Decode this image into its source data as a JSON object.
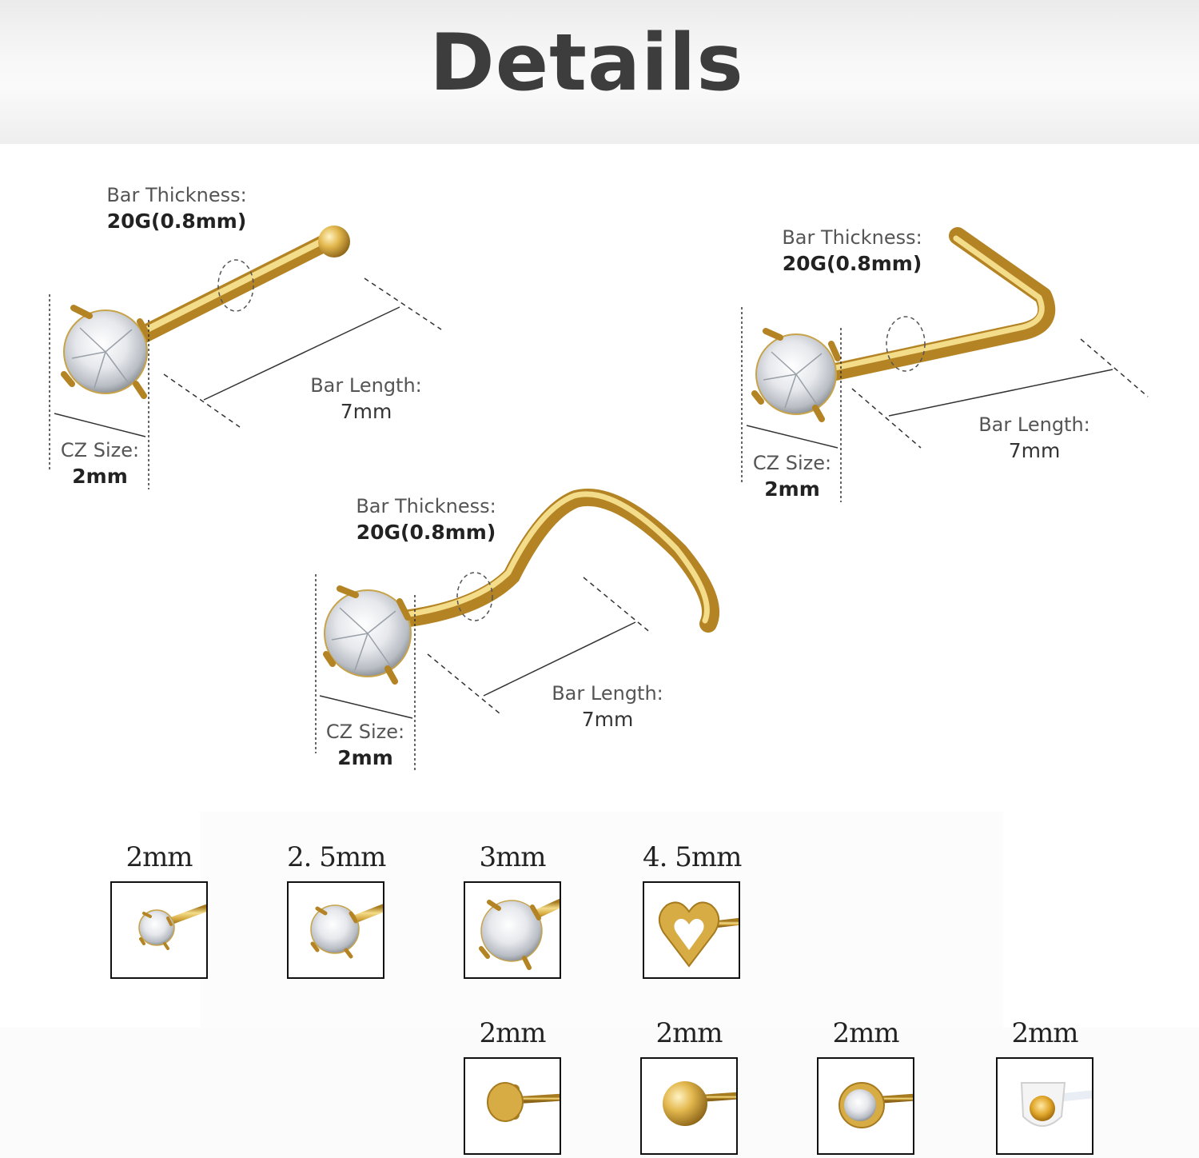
{
  "header": {
    "title": "Details"
  },
  "piercings": [
    {
      "id": "straight",
      "thickness_label": "Bar Thickness:",
      "thickness_value": "20G(0.8mm)",
      "length_label": "Bar Length:",
      "length_value": "7mm",
      "cz_label": "CZ Size:",
      "cz_value": "2mm"
    },
    {
      "id": "l-shape",
      "thickness_label": "Bar Thickness:",
      "thickness_value": "20G(0.8mm)",
      "length_label": "Bar Length:",
      "length_value": "7mm",
      "cz_label": "CZ Size:",
      "cz_value": "2mm"
    },
    {
      "id": "screw",
      "thickness_label": "Bar Thickness:",
      "thickness_value": "20G(0.8mm)",
      "length_label": "Bar Length:",
      "length_value": "7mm",
      "cz_label": "CZ Size:",
      "cz_value": "2mm"
    }
  ],
  "sizes_row1": [
    {
      "label": "2mm",
      "icon": "cz-stud-small-icon"
    },
    {
      "label": "2. 5mm",
      "icon": "cz-stud-medium-icon"
    },
    {
      "label": "3mm",
      "icon": "cz-stud-large-icon"
    },
    {
      "label": "4. 5mm",
      "icon": "heart-stud-icon"
    }
  ],
  "sizes_row2": [
    {
      "label": "2mm",
      "icon": "flat-disc-stud-icon"
    },
    {
      "label": "2mm",
      "icon": "ball-stud-icon"
    },
    {
      "label": "2mm",
      "icon": "bezel-cz-stud-icon"
    },
    {
      "label": "2mm",
      "icon": "yellow-cz-stud-icon"
    }
  ],
  "colors": {
    "gold": "#d4a63a",
    "gold_light": "#f3dc8a",
    "gold_dark": "#a67a1e",
    "title": "#3d3d3d"
  }
}
